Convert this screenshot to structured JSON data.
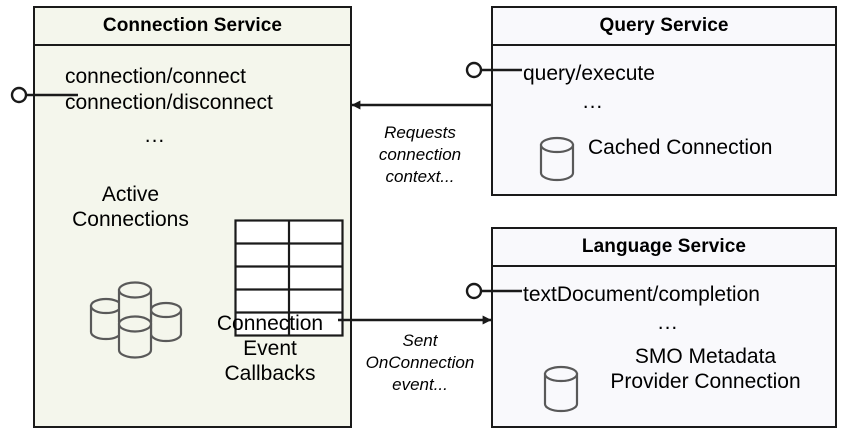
{
  "diagram": {
    "title": "Connection Service interaction diagram",
    "colors": {
      "connection_service_fill": "#F4F6EC",
      "query_service_fill": "#F9F9FC",
      "language_service_fill": "#F9F9FC",
      "stroke": "#1A1A1A",
      "icon_stroke": "#595959"
    }
  },
  "connection_service": {
    "title": "Connection Service",
    "endpoints": "connection/connect\nconnection/disconnect",
    "endpoint_lines": [
      "connection/connect",
      "connection/disconnect"
    ],
    "ellipsis": "...",
    "active_connections_label": "Active\nConnections",
    "active_connections_lines": [
      "Active",
      "Connections"
    ],
    "callbacks_label": "Connection\nEvent\nCallbacks",
    "callbacks_lines": [
      "Connection",
      "Event",
      "Callbacks"
    ],
    "cylinder_cluster_count": 4,
    "grid_rows": 5,
    "grid_cols": 2,
    "interface_lollipop": "provided-interface"
  },
  "query_service": {
    "title": "Query Service",
    "endpoints": "query/execute",
    "endpoint_lines": [
      "query/execute"
    ],
    "ellipsis": "...",
    "cached_connection_label": "Cached Connection",
    "interface_lollipop": "provided-interface"
  },
  "language_service": {
    "title": "Language Service",
    "endpoints": "textDocument/completion",
    "endpoint_lines": [
      "textDocument/completion"
    ],
    "ellipsis": "...",
    "provider_connection_label": "SMO Metadata\nProvider Connection",
    "provider_connection_lines": [
      "SMO Metadata",
      "Provider Connection"
    ],
    "interface_lollipop": "provided-interface"
  },
  "connectors": [
    {
      "id": "query-to-connection",
      "label": "Requests\nconnection\ncontext...",
      "label_lines": [
        "Requests",
        "connection",
        "context..."
      ],
      "from": "Query Service",
      "to": "Connection Service",
      "direction": "left"
    },
    {
      "id": "connection-to-language",
      "label": "Sent\nOnConnection\nevent...",
      "label_lines": [
        "Sent",
        "OnConnection",
        "event..."
      ],
      "from": "Connection Service",
      "to": "Language Service",
      "direction": "right"
    }
  ]
}
